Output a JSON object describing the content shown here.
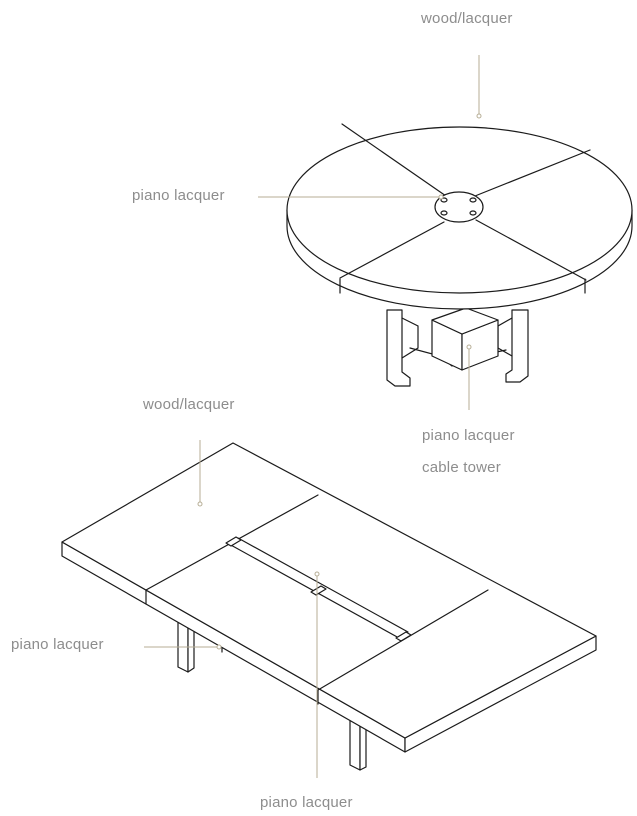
{
  "labels": {
    "round_top": "wood/lacquer",
    "round_hub": "piano lacquer",
    "round_tower_line1": "piano lacquer",
    "round_tower_line2": "cable tower",
    "rect_top": "wood/lacquer",
    "rect_leg": "piano lacquer",
    "rect_center": "piano lacquer"
  },
  "colors": {
    "line_art": "#1b1b1b",
    "leader": "#b7ae96",
    "label_text": "#8d8d8d",
    "background": "#ffffff"
  }
}
